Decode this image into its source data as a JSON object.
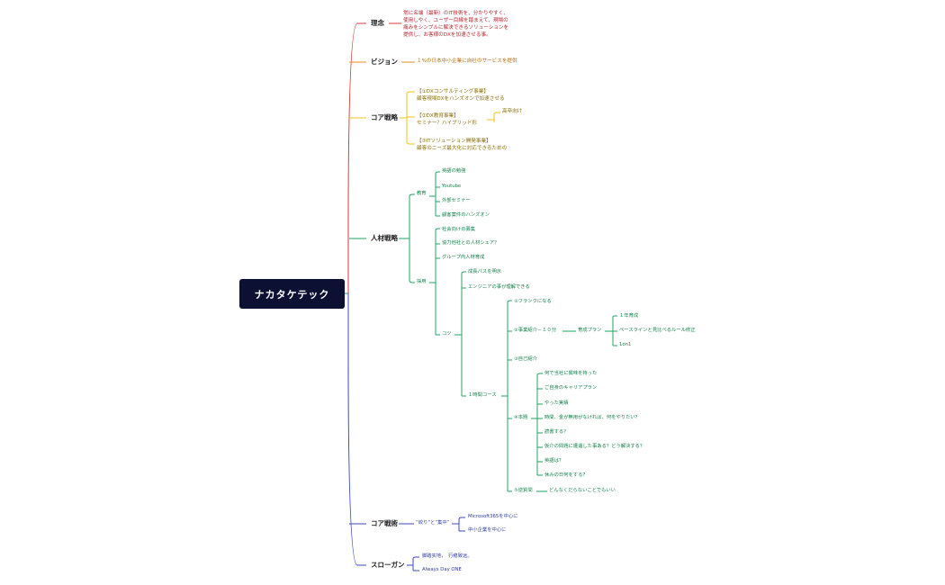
{
  "root": "ナカタケテック",
  "colors": {
    "red": "#d73a3a",
    "orange": "#ee8d1f",
    "yellow": "#f0c419",
    "green": "#1fa463",
    "blue": "#3f48b8"
  },
  "b1": {
    "rinen": "理念",
    "vision": "ビジョン",
    "core_strategy": "コア戦略",
    "hr_strategy": "人材戦略",
    "core_tech": "コア戦術",
    "slogan": "スローガン"
  },
  "rinen": {
    "text": "常に名端（最新）のIT技術を、分かりやすく、\n使用しやく、ユーザー目線を踏まえて、現場の\n痛みをシンプルに解決できるソリューションを\n提供し、お客様のDXを加速させる事。"
  },
  "vision": {
    "text": "１%の日本中小企業に自社のサービスを提供"
  },
  "core": {
    "item1": "【①DXコンサルティング事業】\n顧客現場DXをハンズオンで加速させる",
    "item2": "【②DX教育事業】\nセミナー？ハイブリッド形",
    "item2_child": "高卒向け",
    "item3": "【③ITソリューション開発事業】\n顧客のニーズ最大化に対応できるための"
  },
  "hr": {
    "education": "教育",
    "edu_items": [
      "英語の勉強",
      "Youtube",
      "外部セミナー",
      "顧客案件のハンズオン"
    ],
    "side_items": [
      "社会向けの募集",
      "協力他社との人材シェア？",
      "グループ内人材育成"
    ],
    "hiring": "採用",
    "kotsu": "コツ",
    "kotsu_items": [
      "成長パスを明示",
      "エンジニアの事が理解できる"
    ],
    "course": "１時間コース",
    "course_items": [
      "①フランクになる",
      "②事業紹介－１０分",
      "③自己紹介",
      "④本題",
      "⑤逆質問"
    ],
    "plan": "育成プラン",
    "plan_items": [
      "１年育成",
      "ベースラインと見比べるルール修正",
      "1on1"
    ],
    "honda_items": [
      "何で当社に興味を持った",
      "ご自身のキャリアプラン",
      "やった実績",
      "時間、金が無用がなければ、何をやりたい？",
      "読書する？",
      "仮介の問題に遭遇した事ある？どう解決する？",
      "英語は？",
      "休みの日何をする？"
    ],
    "reverse_q": "どんなくだらないことでもいい"
  },
  "tech": {
    "focus": "“絞り”と“集中”",
    "items": [
      "Microsoft365を中心に",
      "中小企業を中心に"
    ]
  },
  "slogan": {
    "items": [
      "脚踏实地，　行稳致远。",
      "Always Day ONE"
    ]
  }
}
